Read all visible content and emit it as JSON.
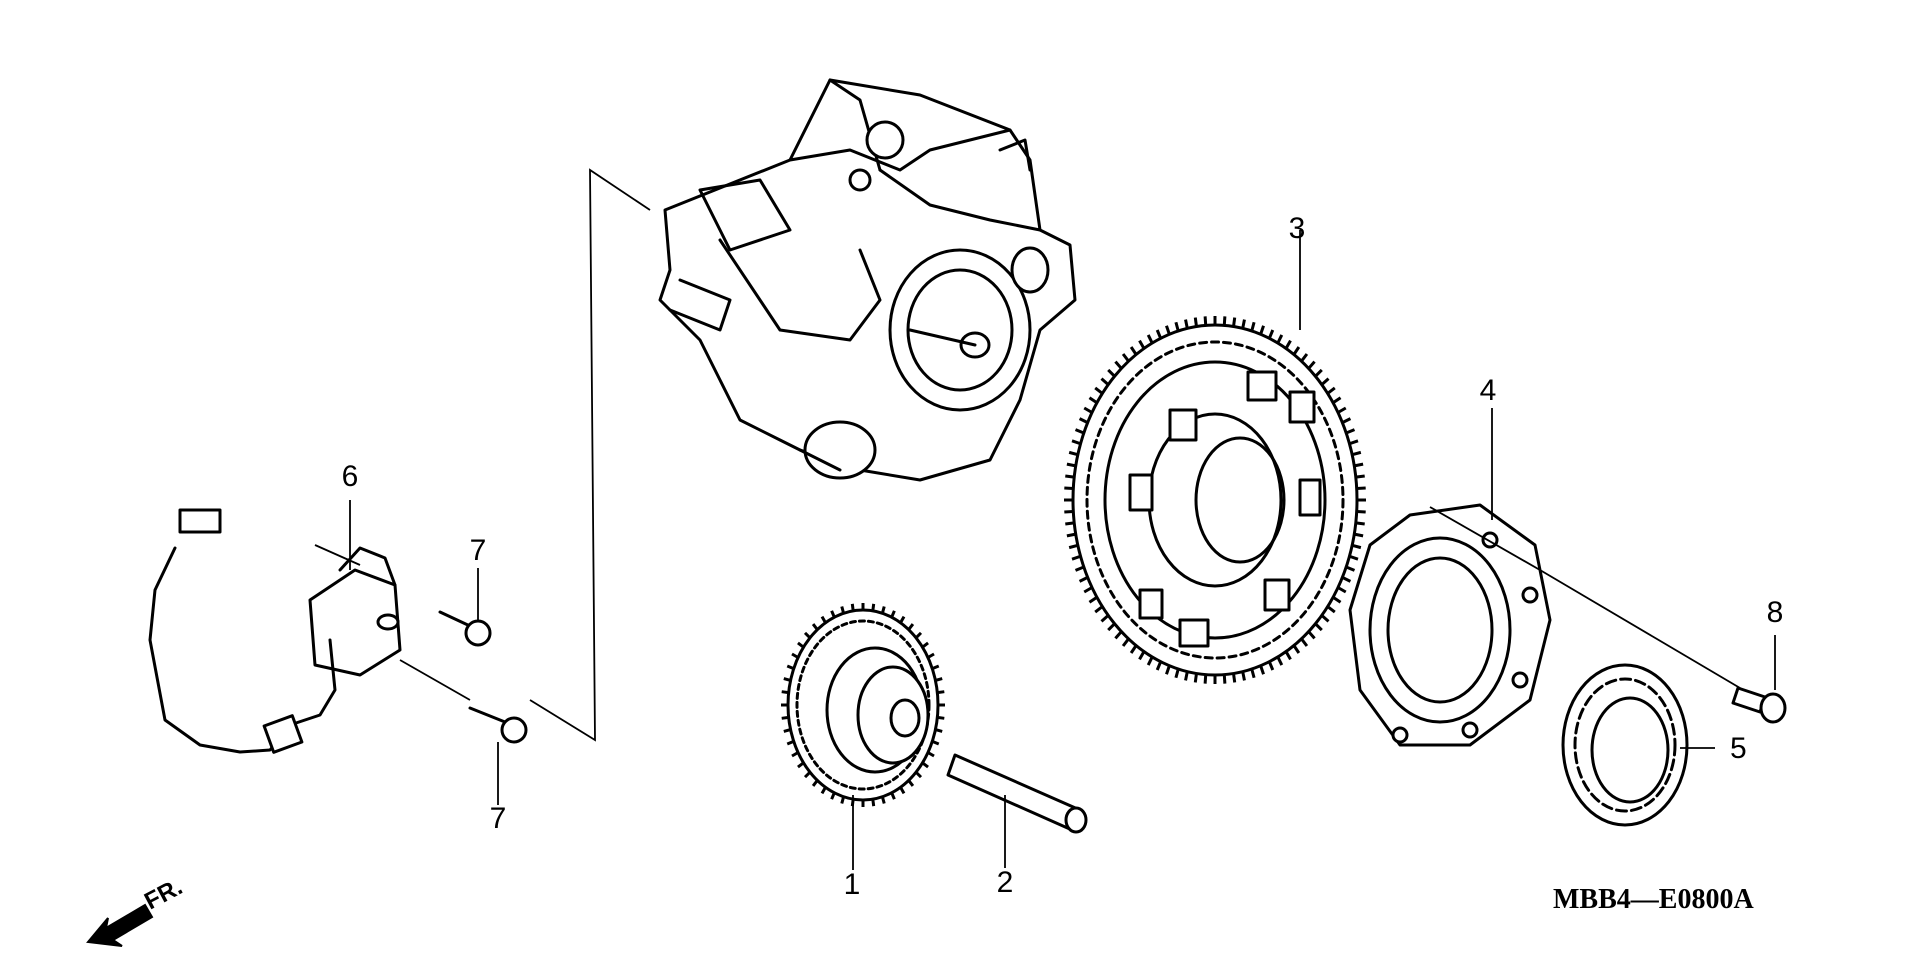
{
  "diagram": {
    "callouts": [
      {
        "id": "c1",
        "label": "1"
      },
      {
        "id": "c2",
        "label": "2"
      },
      {
        "id": "c3",
        "label": "3"
      },
      {
        "id": "c4",
        "label": "4"
      },
      {
        "id": "c5",
        "label": "5"
      },
      {
        "id": "c6",
        "label": "6"
      },
      {
        "id": "c7a",
        "label": "7"
      },
      {
        "id": "c7b",
        "label": "7"
      },
      {
        "id": "c8",
        "label": "8"
      }
    ],
    "front_label": "FR.",
    "diagram_code": "MBB4—E0800A"
  }
}
